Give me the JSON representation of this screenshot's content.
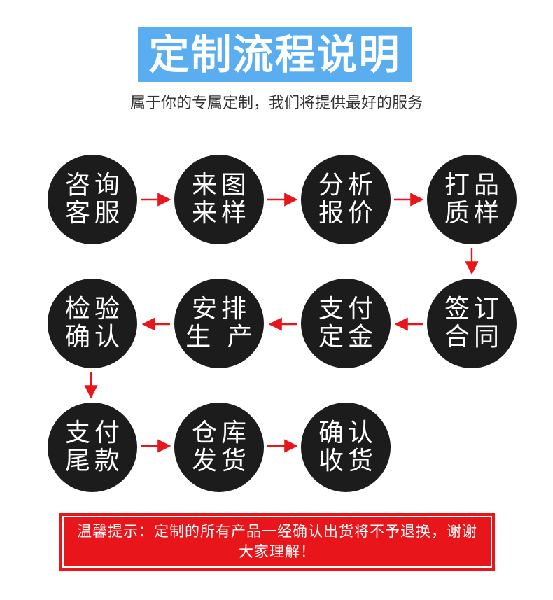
{
  "header": {
    "title": "定制流程说明",
    "subtitle": "属于你的专属定制，我们将提供最好的服务"
  },
  "steps": [
    {
      "line1": "咨询",
      "line2": "客服"
    },
    {
      "line1": "来图",
      "line2": "来样"
    },
    {
      "line1": "分析",
      "line2": "报价"
    },
    {
      "line1": "打品",
      "line2": "质样"
    },
    {
      "line1": "签订",
      "line2": "合同"
    },
    {
      "line1": "支付",
      "line2": "定金"
    },
    {
      "line1": "安排",
      "line2": "生 产"
    },
    {
      "line1": "检验",
      "line2": "确认"
    },
    {
      "line1": "支付",
      "line2": "尾款"
    },
    {
      "line1": "仓库",
      "line2": "发货"
    },
    {
      "line1": "确认",
      "line2": "收货"
    }
  ],
  "notice": {
    "text": "温馨提示：定制的所有产品一经确认出货将不予退换，谢谢大家理解！"
  },
  "colors": {
    "banner": "#5aaef0",
    "circle": "#1c1c1c",
    "arrow": "#e8161b",
    "notice": "#e8161b"
  }
}
